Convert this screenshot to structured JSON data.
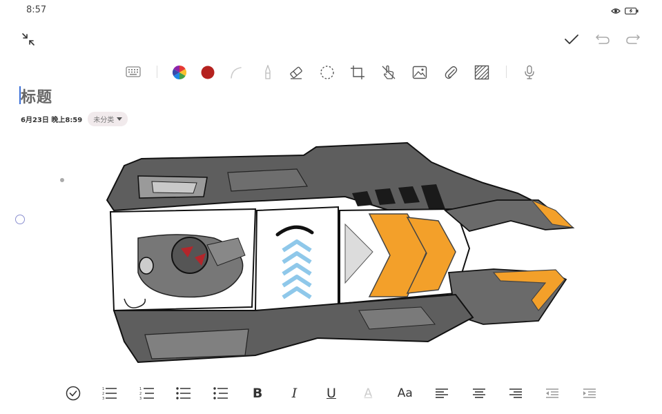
{
  "status": {
    "time": "8:57"
  },
  "note": {
    "title": "标题",
    "date": "6月23日 晚上8:59",
    "category": "未分类"
  },
  "toolbar": {
    "icons": [
      "keyboard-icon",
      "color-wheel-icon",
      "color-swatch-icon",
      "pen-stroke-icon",
      "highlighter-icon",
      "eraser-icon",
      "lasso-select-icon",
      "crop-icon",
      "finger-draw-icon",
      "image-icon",
      "attachment-icon",
      "texture-fill-icon",
      "microphone-icon"
    ],
    "current_color": "#b5221f"
  },
  "format_bar": {
    "bold": "B",
    "italic": "I",
    "underline": "U",
    "text_color": "A",
    "font_size": "Aa"
  },
  "colors": {
    "accent": "#3a6fd8",
    "drawing_orange": "#f3a02a",
    "drawing_blue": "#8fc8ea",
    "drawing_gray": "#6f6f6f"
  }
}
